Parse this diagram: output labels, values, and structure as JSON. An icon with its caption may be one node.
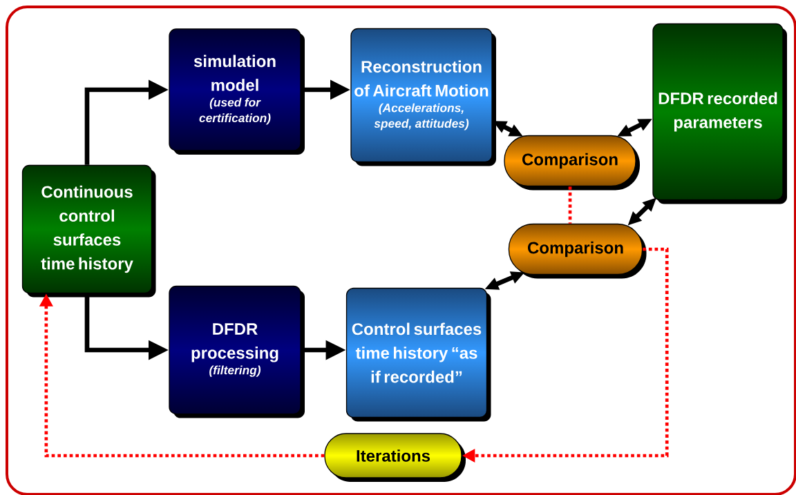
{
  "diagram": {
    "nodes": [
      {
        "text": [
          "Continuous control surfaces time history"
        ]
      },
      {
        "text": [
          "simulation model",
          "(used for certification)"
        ]
      },
      {
        "text": [
          "Reconstruction of Aircraft Motion",
          "(Accelerations, speed, attitudes)"
        ]
      },
      {
        "text": [
          "Comparison"
        ]
      },
      {
        "text": [
          "DFDR recorded parameters"
        ]
      },
      {
        "text": [
          "Comparison"
        ]
      },
      {
        "text": [
          "DFDR processing",
          "(filtering)"
        ]
      },
      {
        "text": [
          "Control surfaces time history “as if recorded”"
        ]
      },
      {
        "text": [
          "Iterations"
        ]
      }
    ],
    "edges": [
      {
        "from": 0,
        "to": 1,
        "arrow": "to"
      },
      {
        "from": 1,
        "to": 2,
        "arrow": "to"
      },
      {
        "from": 0,
        "to": 6,
        "arrow": "to"
      },
      {
        "from": 6,
        "to": 7,
        "arrow": "to"
      },
      {
        "from": 2,
        "to": 3,
        "arrow": "both"
      },
      {
        "from": 4,
        "to": 3,
        "arrow": "both"
      },
      {
        "from": 4,
        "to": 5,
        "arrow": "both"
      },
      {
        "from": 7,
        "to": 5,
        "arrow": "both"
      },
      {
        "from": 3,
        "to": 5,
        "arrow": "none",
        "style": "dashed",
        "color": "#ff0000"
      },
      {
        "from": 5,
        "to": 8,
        "arrow": "to",
        "style": "dashed",
        "color": "#ff0000"
      },
      {
        "from": 8,
        "to": 0,
        "arrow": "to",
        "style": "dashed",
        "color": "#ff0000"
      }
    ]
  }
}
